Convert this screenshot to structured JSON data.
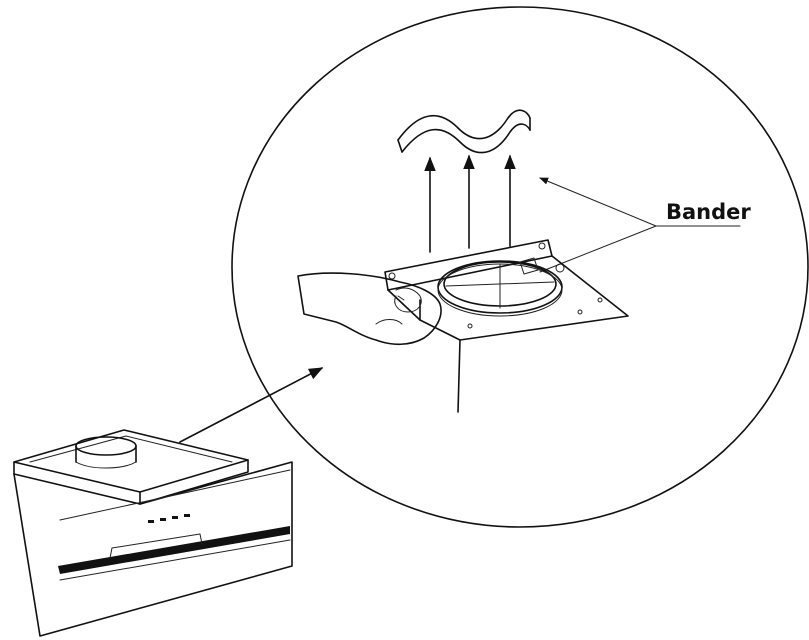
{
  "callout": {
    "label": "Bander"
  },
  "colors": {
    "line": "#111111",
    "background": "#ffffff",
    "panel_stripe": "#111111"
  },
  "icons": [
    "range-hood-illustration",
    "magnified-detail-circle",
    "hand-icon",
    "filter-strip-icon",
    "arrow-icon"
  ]
}
